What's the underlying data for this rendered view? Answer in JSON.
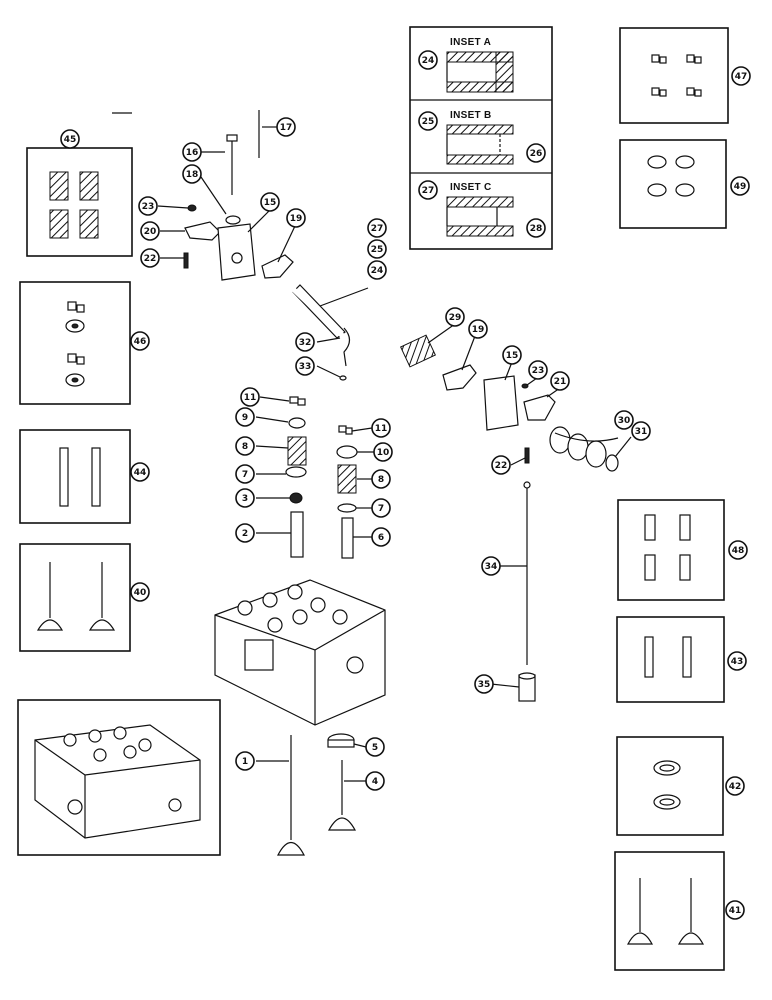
{
  "insets": [
    {
      "title": "INSET A",
      "callouts": [
        "24"
      ]
    },
    {
      "title": "INSET B",
      "callouts": [
        "25",
        "26"
      ]
    },
    {
      "title": "INSET C",
      "callouts": [
        "27",
        "28"
      ]
    }
  ],
  "callouts": {
    "c1": "1",
    "c2": "2",
    "c3": "3",
    "c4": "4",
    "c5": "5",
    "c6": "6",
    "c7a": "7",
    "c7b": "7",
    "c8a": "8",
    "c8b": "8",
    "c9": "9",
    "c10": "10",
    "c11a": "11",
    "c11b": "11",
    "c15a": "15",
    "c15b": "15",
    "c16": "16",
    "c17": "17",
    "c18": "18",
    "c19a": "19",
    "c19b": "19",
    "c20": "20",
    "c21": "21",
    "c22a": "22",
    "c22b": "22",
    "c23a": "23",
    "c23b": "23",
    "c24": "24",
    "c25": "25",
    "c27": "27",
    "c29": "29",
    "c30": "30",
    "c31": "31",
    "c32": "32",
    "c33": "33",
    "c34": "34",
    "c35": "35",
    "c40": "40",
    "c41": "41",
    "c42": "42",
    "c43": "43",
    "c44": "44",
    "c45": "45",
    "c46": "46",
    "c47": "47",
    "c48": "48",
    "c49": "49"
  }
}
